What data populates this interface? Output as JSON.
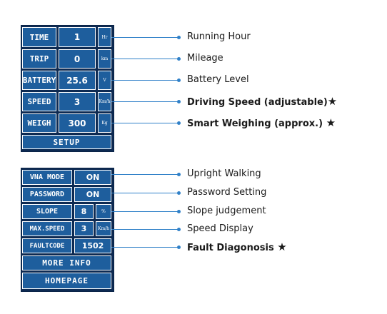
{
  "panel1": {
    "rows": [
      {
        "label": "TIME",
        "value": "1",
        "unit": "Hr",
        "desc": "Running Hour"
      },
      {
        "label": "TRIP",
        "value": "0",
        "unit": "km",
        "desc": "Mileage"
      },
      {
        "label": "BATTERY",
        "value": "25.6",
        "unit": "V",
        "desc": "Battery Level"
      },
      {
        "label": "SPEED",
        "value": "3",
        "unit": "Km/h",
        "desc": "Driving Speed  (adjustable)",
        "mark": "★"
      },
      {
        "label": "WEIGH",
        "value": "300",
        "unit": "Kg",
        "desc": "Smart Weighing  (approx.)",
        "mark": "★"
      }
    ],
    "setup_label": "SETUP"
  },
  "panel2": {
    "rows": [
      {
        "label": "VNA MODE",
        "value": "ON",
        "desc": "Upright Walking"
      },
      {
        "label": "PASSWORD",
        "value": "ON",
        "desc": "Password Setting"
      },
      {
        "label": "SLOPE",
        "value": "8",
        "unit": "%",
        "desc": "Slope judgement"
      },
      {
        "label": "MAX.SPEED",
        "value": "3",
        "unit": "Km/h",
        "desc": "Speed Display"
      },
      {
        "label": "FAULTCODE",
        "value": "1502",
        "desc": "Fault Diagonosis",
        "mark": "★"
      }
    ],
    "more_info_label": "MORE INFO",
    "homepage_label": "HOMEPAGE"
  },
  "colors": {
    "panel_bg": "#0d2a52",
    "cell_bg": "#1e5e9d",
    "line": "#2f80c8"
  }
}
